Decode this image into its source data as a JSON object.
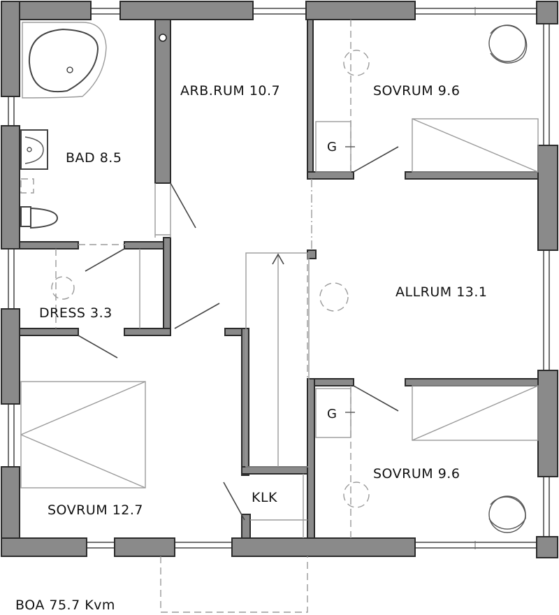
{
  "plan": {
    "rooms": {
      "arbrum": "ARB.RUM  10.7",
      "sovrum_ne": "SOVRUM  9.6",
      "bad": "BAD  8.5",
      "allrum": "ALLRUM  13.1",
      "dress": "DRESS  3.3",
      "sovrum_se": "SOVRUM  9.6",
      "klk": "KLK",
      "sovrum_sw": "SOVRUM  12.7"
    },
    "wardrobe_ne": "G",
    "wardrobe_se": "G",
    "area_total": "BOA  75.7  Kvm"
  }
}
